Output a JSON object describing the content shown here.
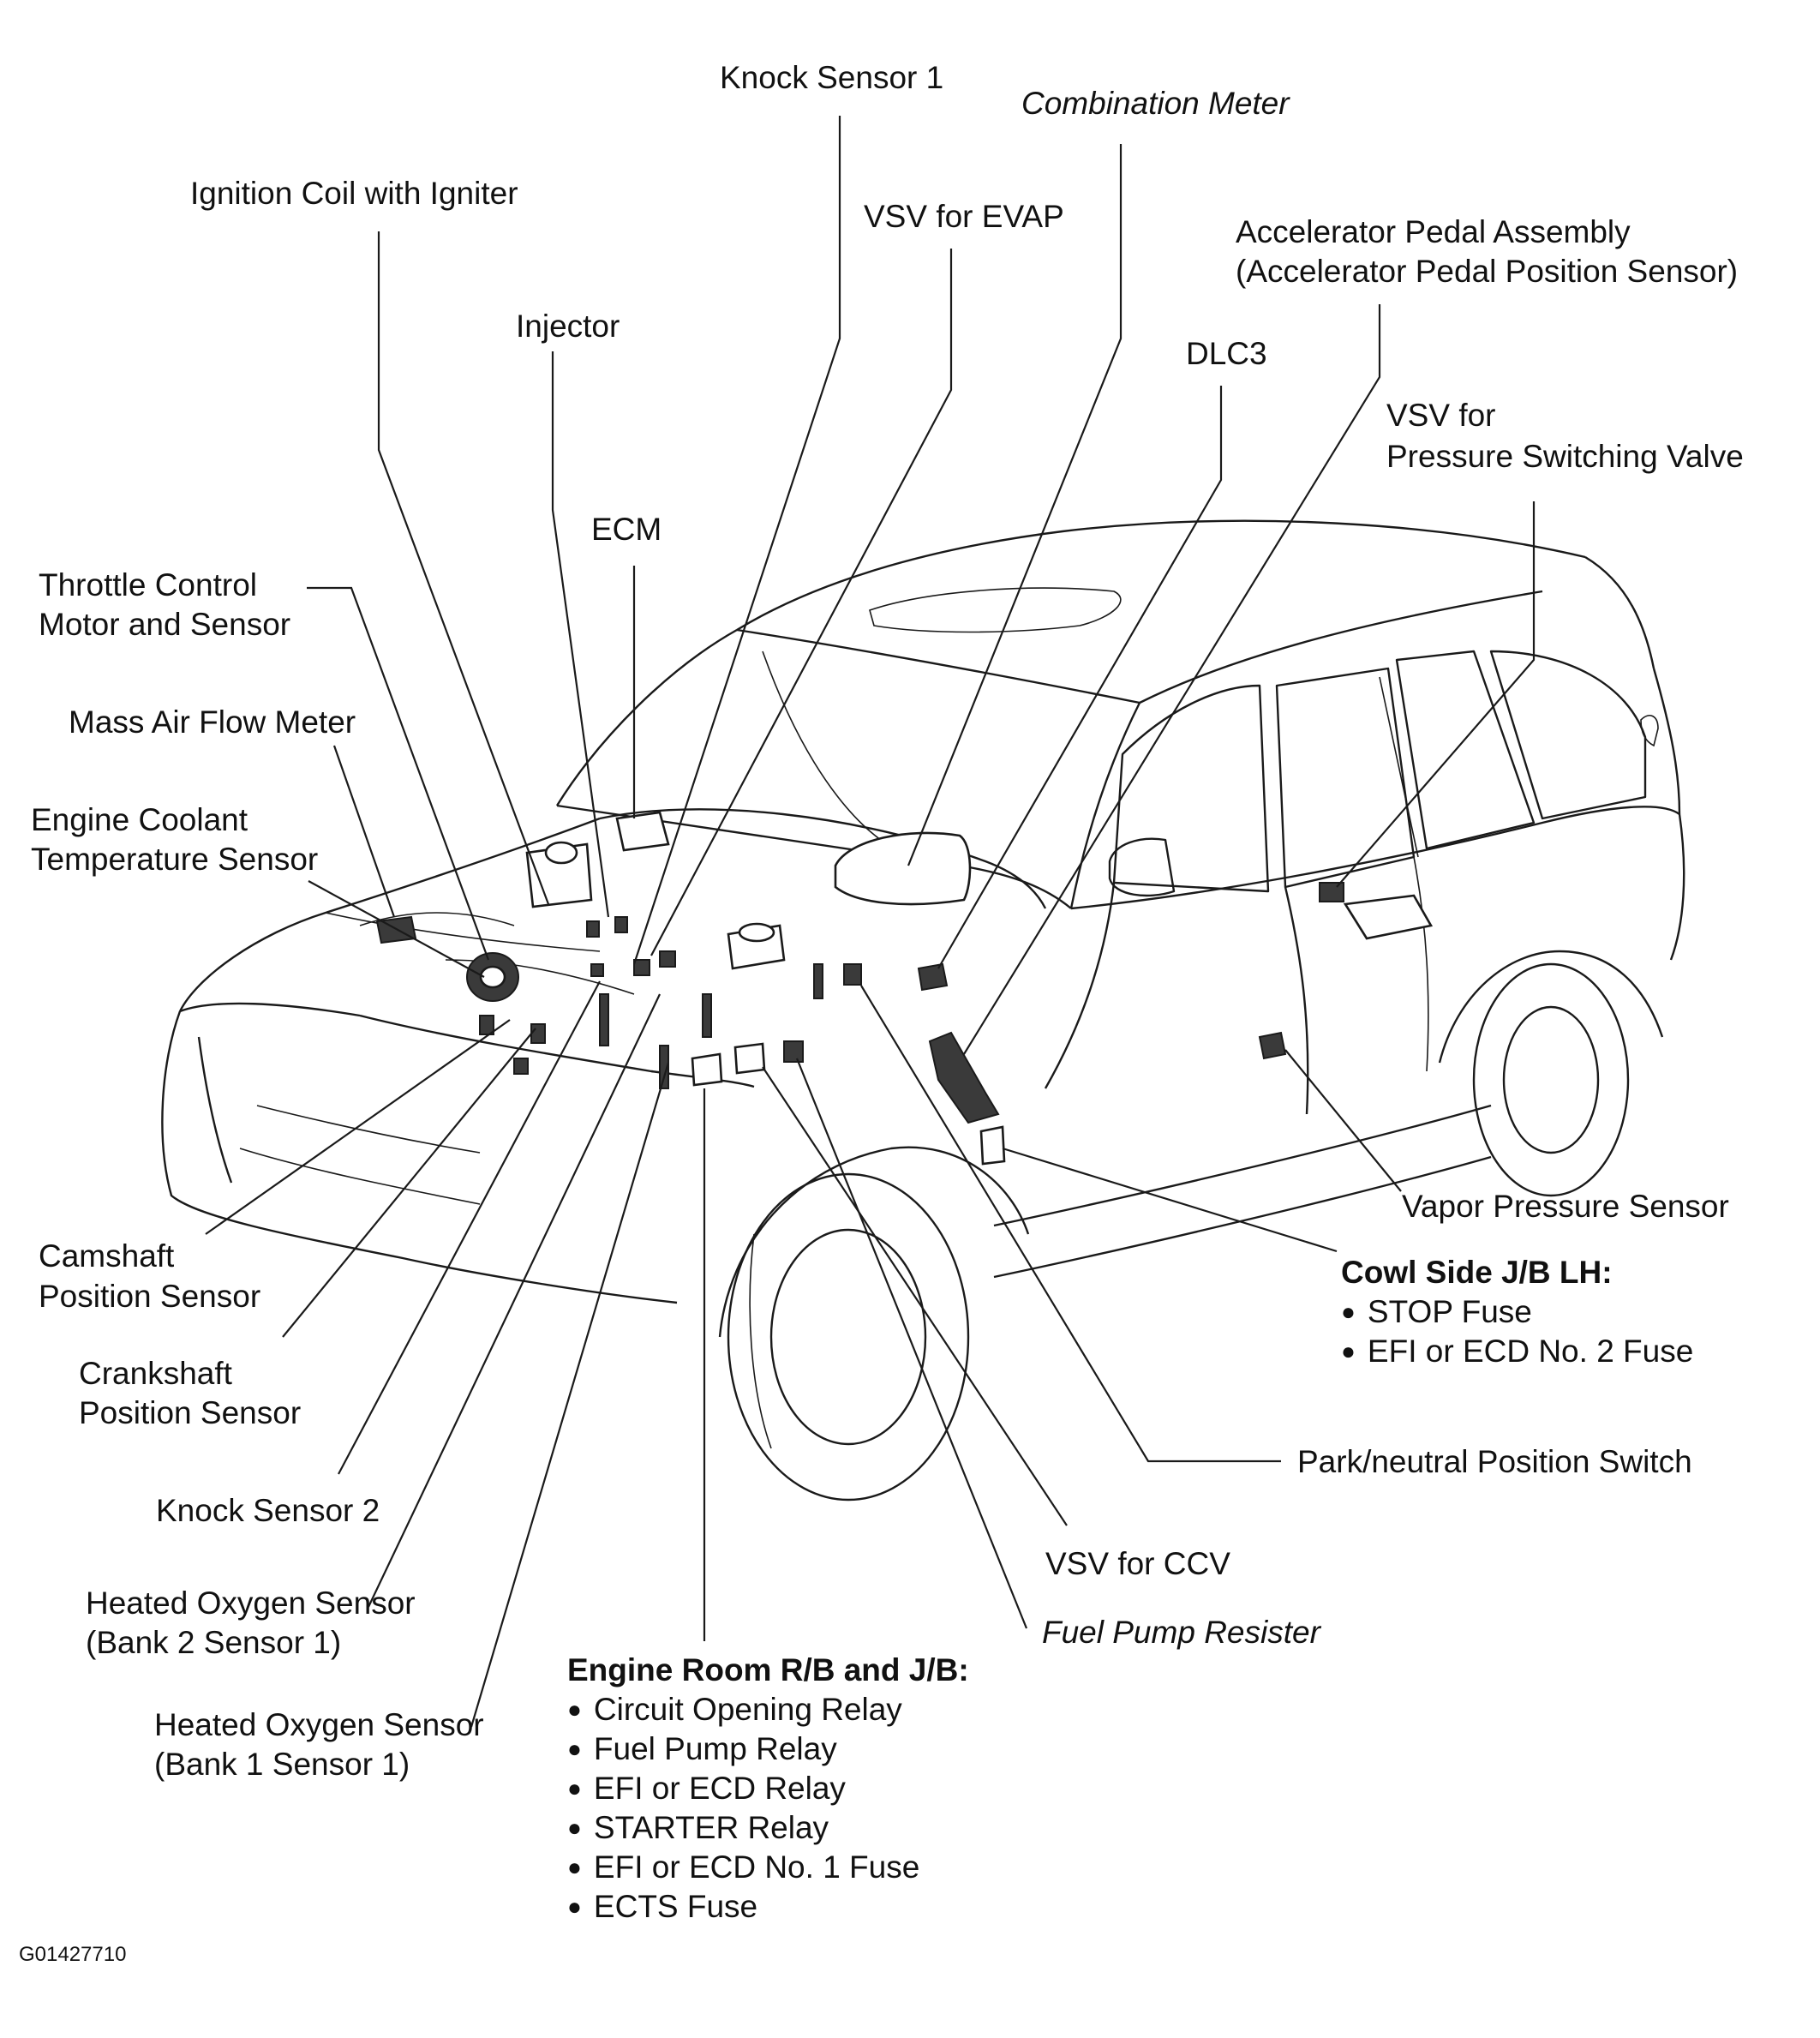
{
  "labels": {
    "knock_sensor_1": "Knock Sensor 1",
    "combination_meter": "Combination Meter",
    "ignition_coil": "Ignition Coil with Igniter",
    "vsv_evap": "VSV for EVAP",
    "accel_pedal_1": "Accelerator Pedal Assembly",
    "accel_pedal_2": "(Accelerator Pedal Position Sensor)",
    "injector": "Injector",
    "dlc3": "DLC3",
    "vsv_psv_1": "VSV for",
    "vsv_psv_2": "Pressure Switching Valve",
    "ecm": "ECM",
    "throttle_1": "Throttle Control",
    "throttle_2": "Motor and Sensor",
    "maf": "Mass Air Flow Meter",
    "ect_1": "Engine Coolant",
    "ect_2": "Temperature Sensor",
    "camshaft_1": "Camshaft",
    "camshaft_2": "Position Sensor",
    "crankshaft_1": "Crankshaft",
    "crankshaft_2": "Position Sensor",
    "knock_sensor_2": "Knock Sensor 2",
    "ho2_b2s1_1": "Heated Oxygen Sensor",
    "ho2_b2s1_2": "(Bank 2 Sensor 1)",
    "ho2_b1s1_1": "Heated Oxygen Sensor",
    "ho2_b1s1_2": "(Bank 1 Sensor 1)",
    "vapor_pressure": "Vapor Pressure Sensor",
    "park_neutral": "Park/neutral Position Switch",
    "vsv_ccv": "VSV for CCV",
    "fuel_pump_resister": "Fuel Pump Resister"
  },
  "cowl_side": {
    "heading": "Cowl Side J/B LH:",
    "items": [
      "STOP Fuse",
      "EFI or ECD No. 2 Fuse"
    ]
  },
  "engine_room": {
    "heading": "Engine Room R/B and J/B:",
    "items": [
      "Circuit Opening Relay",
      "Fuel Pump Relay",
      "EFI or ECD Relay",
      "STARTER Relay",
      "EFI or ECD No. 1 Fuse",
      "ECTS Fuse"
    ]
  },
  "figure_id": "G01427710",
  "colors": {
    "ink": "#111111",
    "background": "#ffffff"
  }
}
